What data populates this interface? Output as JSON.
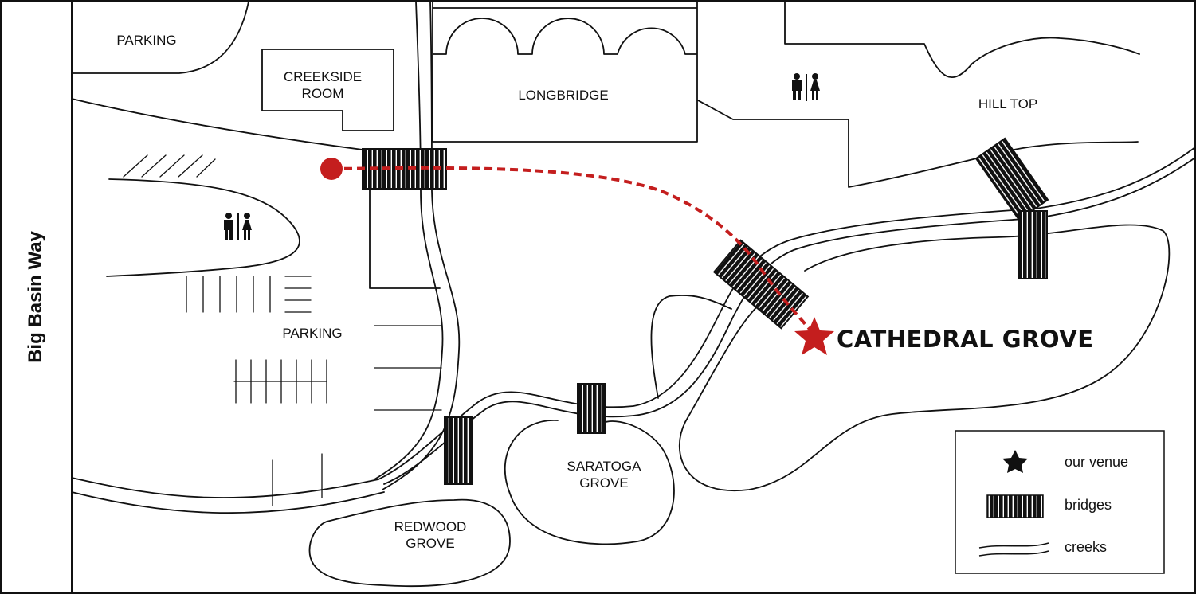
{
  "road": {
    "name": "Big Basin Way"
  },
  "areas": {
    "parking_top": "PARKING",
    "creekside_room": [
      "CREEKSIDE",
      "ROOM"
    ],
    "longbridge": "LONGBRIDGE",
    "hill_top": "HILL TOP",
    "parking_main": "PARKING",
    "saratoga_grove": [
      "SARATOGA",
      "GROVE"
    ],
    "redwood_grove": [
      "REDWOOD",
      "GROVE"
    ]
  },
  "venue": {
    "name": "CATHEDRAL GROVE"
  },
  "legend": {
    "items": [
      {
        "label": "our venue",
        "icon": "star-icon"
      },
      {
        "label": "bridges",
        "icon": "bridge-icon"
      },
      {
        "label": "creeks",
        "icon": "creek-icon"
      }
    ]
  },
  "icons": [
    "restroom-icon",
    "star-icon",
    "bridge-icon",
    "creek-icon",
    "start-point-icon"
  ],
  "colors": {
    "route": "#c41e1e",
    "ink": "#111111",
    "background": "#ffffff"
  }
}
